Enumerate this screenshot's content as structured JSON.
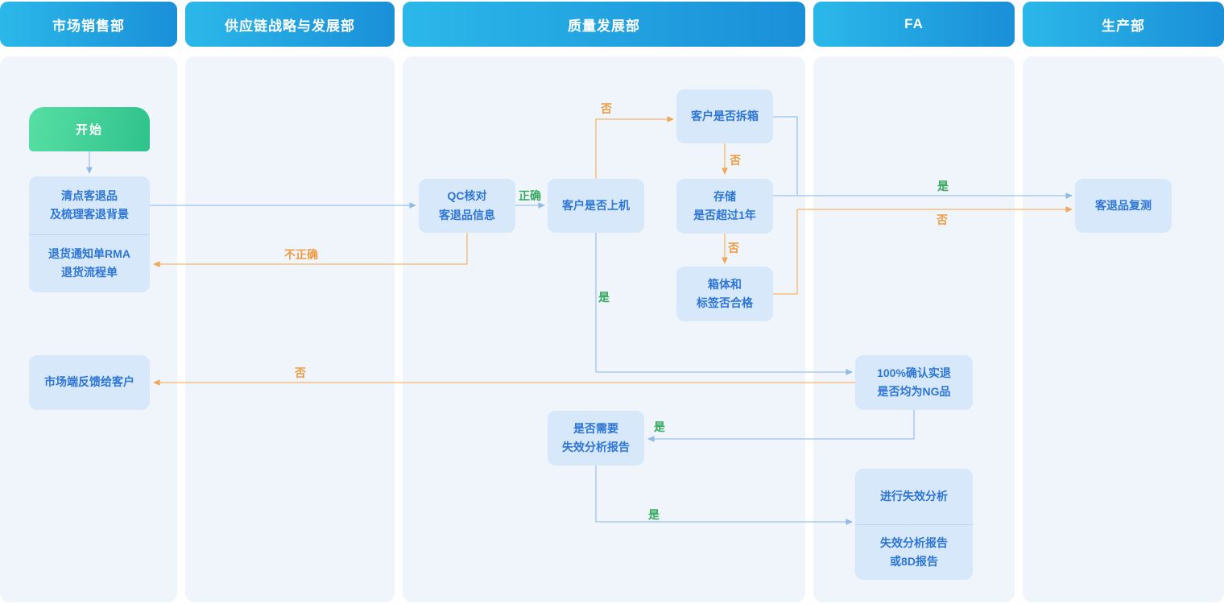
{
  "lanes": [
    {
      "id": "marketing",
      "title": "市场销售部"
    },
    {
      "id": "supply-chain",
      "title": "供应链战略与发展部"
    },
    {
      "id": "quality",
      "title": "质量发展部"
    },
    {
      "id": "fa",
      "title": "FA"
    },
    {
      "id": "production",
      "title": "生产部"
    }
  ],
  "nodes": {
    "start": {
      "label": "开始"
    },
    "count_returns": {
      "label": "清点客退品\n及梳理客退背景"
    },
    "rma_docs": {
      "label": "退货通知单RMA\n退货流程单"
    },
    "qc_check": {
      "label": "QC核对\n客退品信息"
    },
    "customer_used": {
      "label": "客户是否上机"
    },
    "customer_unboxed": {
      "label": "客户是否拆箱"
    },
    "storage_over_1yr": {
      "label": "存储\n是否超过1年"
    },
    "box_label_ok": {
      "label": "箱体和\n标签否合格"
    },
    "retest": {
      "label": "客退品复测"
    },
    "confirm_ng": {
      "label": "100%确认实退\n是否均为NG品"
    },
    "need_fa_report": {
      "label": "是否需要\n失效分析报告"
    },
    "market_feedback": {
      "label": "市场端反馈给客户"
    },
    "do_fa": {
      "label": "进行失效分析"
    },
    "fa_report": {
      "label": "失效分析报告\n或8D报告"
    }
  },
  "edge_labels": {
    "correct": "正确",
    "incorrect": "不正确",
    "yes": "是",
    "no": "否"
  },
  "colors": {
    "header_gradient_start": "#2bb8e9",
    "header_gradient_end": "#1a8fd8",
    "lane_bg": "#eff5fb",
    "node_bg": "#d7e8fa",
    "node_text": "#2e76d5",
    "start_gradient_start": "#57dfa4",
    "start_gradient_end": "#2fc28c",
    "line_blue": "#9cc4ec",
    "line_orange": "#f5b869",
    "label_green": "#38a960",
    "label_orange": "#ef9c43"
  }
}
